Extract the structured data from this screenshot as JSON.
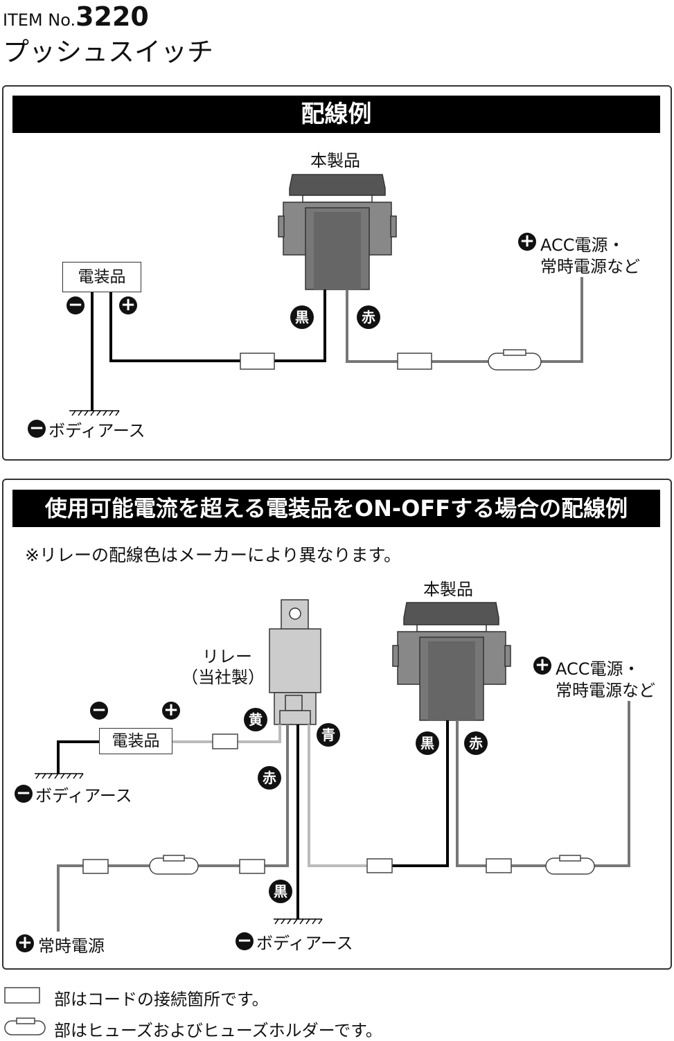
{
  "title": {
    "item_prefix": "ITEM No.",
    "item_number": "3220",
    "product_name": "プッシュスイッチ"
  },
  "panel1": {
    "header": "配線例",
    "product_label": "本製品",
    "device_label": "電装品",
    "acc_label_line1": "ACC電源・",
    "acc_label_line2": "常時電源など",
    "body_earth": "ボディアース",
    "wire_black": "黒",
    "wire_red": "赤",
    "minus_symbol": "−",
    "plus_symbol": "+"
  },
  "panel2": {
    "header": "使用可能電流を超える電装品をON-OFFする場合の配線例",
    "note": "※リレーの配線色はメーカーにより異なります。",
    "product_label": "本製品",
    "relay_label_line1": "リレー",
    "relay_label_line2": "（当社製）",
    "device_label": "電装品",
    "acc_label_line1": "ACC電源・",
    "acc_label_line2": "常時電源など",
    "body_earth_left": "ボディアース",
    "body_earth_bottom": "ボディアース",
    "constant_power": "常時電源",
    "wire_yellow": "黄",
    "wire_blue": "青",
    "wire_red_relay": "赤",
    "wire_black_relay": "黒",
    "wire_black": "黒",
    "wire_red": "赤",
    "minus_symbol": "−",
    "plus_symbol": "+"
  },
  "legend": {
    "connection_text": "部はコードの接続箇所です。",
    "fuse_text": "部はヒューズおよびヒューズホルダーです。"
  }
}
